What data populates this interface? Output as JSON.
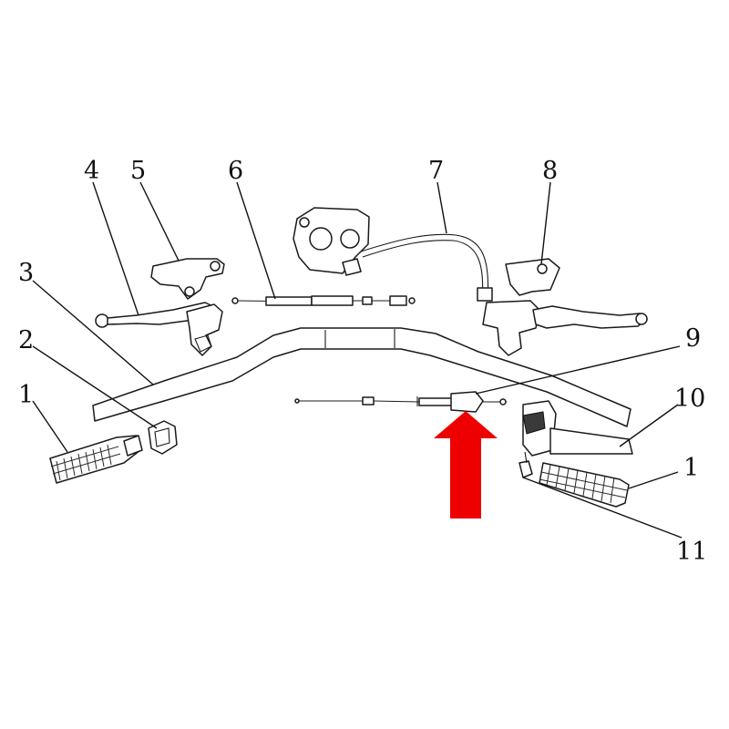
{
  "diagram": {
    "callouts": [
      {
        "id": "c1-left",
        "label": "1"
      },
      {
        "id": "c2",
        "label": "2"
      },
      {
        "id": "c3",
        "label": "3"
      },
      {
        "id": "c4",
        "label": "4"
      },
      {
        "id": "c5",
        "label": "5"
      },
      {
        "id": "c6",
        "label": "6"
      },
      {
        "id": "c7",
        "label": "7"
      },
      {
        "id": "c8",
        "label": "8"
      },
      {
        "id": "c9",
        "label": "9"
      },
      {
        "id": "c10",
        "label": "10"
      },
      {
        "id": "c1-right",
        "label": "1"
      },
      {
        "id": "c11",
        "label": "11"
      }
    ],
    "highlight": {
      "target": "9",
      "color": "#ee0000"
    }
  }
}
